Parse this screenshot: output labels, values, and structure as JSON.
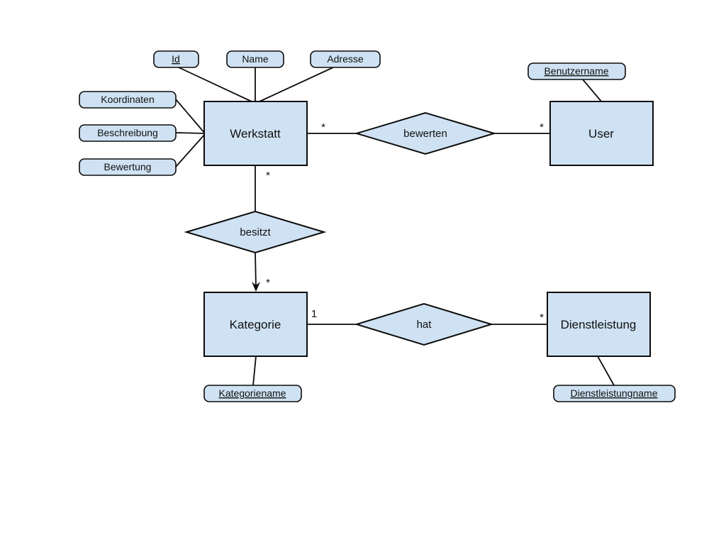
{
  "diagram_title": "ER diagram (Entity-Relationship, German)",
  "style": {
    "background": "#ffffff",
    "shape_fill": "#cfe2f3",
    "shape_stroke": "#0c0c0c",
    "text_color": "#111111"
  },
  "entities": [
    {
      "name": "Werkstatt"
    },
    {
      "name": "User"
    },
    {
      "name": "Kategorie"
    },
    {
      "name": "Dienstleistung"
    }
  ],
  "relationships": [
    {
      "name": "bewerten",
      "between": [
        "Werkstatt",
        "User"
      ]
    },
    {
      "name": "besitzt",
      "between": [
        "Werkstatt",
        "Kategorie"
      ],
      "arrow": "to Kategorie"
    },
    {
      "name": "hat",
      "between": [
        "Kategorie",
        "Dienstleistung"
      ]
    }
  ],
  "attributes": [
    {
      "name": "Id",
      "primary_key": true,
      "entity": "Werkstatt"
    },
    {
      "name": "Name",
      "primary_key": false,
      "entity": "Werkstatt"
    },
    {
      "name": "Adresse",
      "primary_key": false,
      "entity": "Werkstatt"
    },
    {
      "name": "Koordinaten",
      "primary_key": false,
      "entity": "Werkstatt"
    },
    {
      "name": "Beschreibung",
      "primary_key": false,
      "entity": "Werkstatt"
    },
    {
      "name": "Bewertung",
      "primary_key": false,
      "entity": "Werkstatt"
    },
    {
      "name": "Benutzername",
      "primary_key": true,
      "entity": "User"
    },
    {
      "name": "Kategoriename",
      "primary_key": true,
      "entity": "Kategorie"
    },
    {
      "name": "Dienstleistungname",
      "primary_key": true,
      "entity": "Dienstleistung"
    }
  ],
  "cardinalities": [
    {
      "label": "*",
      "at": "Werkstatt-bewerten"
    },
    {
      "label": "*",
      "at": "bewerten-User"
    },
    {
      "label": "*",
      "at": "Werkstatt-besitzt"
    },
    {
      "label": "*",
      "at": "besitzt-Kategorie"
    },
    {
      "label": "1",
      "at": "Kategorie-hat"
    },
    {
      "label": "*",
      "at": "hat-Dienstleistung"
    }
  ]
}
